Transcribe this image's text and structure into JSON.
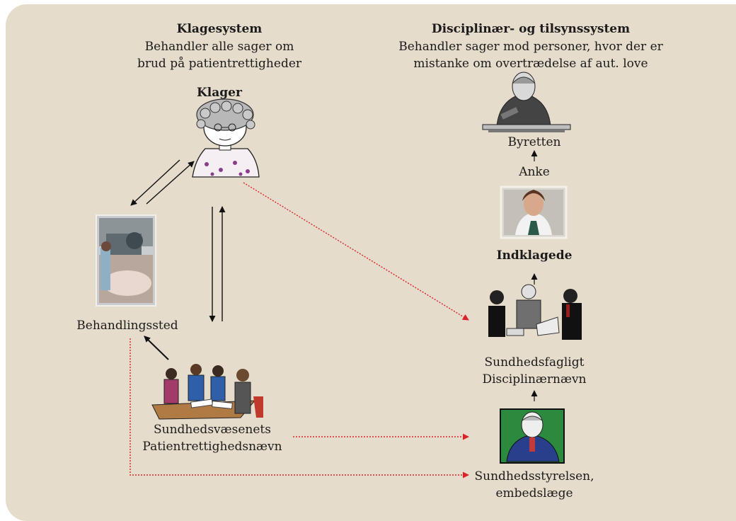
{
  "left_header": {
    "title": "Klagesystem",
    "line1": "Behandler alle sager om",
    "line2": "brud på patientrettigheder"
  },
  "right_header": {
    "title": "Disciplinær- og tilsynssystem",
    "line1": "Behandler sager mod personer, hvor der er",
    "line2": "mistanke om overtrædelse af aut. love"
  },
  "nodes": {
    "klager": "Klager",
    "behandlingssted": "Behandlingssted",
    "patientnaevn_line1": "Sundhedsvæsenets",
    "patientnaevn_line2": "Patientrettighedsnævn",
    "byretten": "Byretten",
    "anke": "Anke",
    "indklagede": "Indklagede",
    "disciplinaer_line1": "Sundhedsfagligt",
    "disciplinaer_line2": "Disciplinærnævn",
    "styrelsen_line1": "Sundhedsstyrelsen,",
    "styrelsen_line2": "embedslæge"
  },
  "colors": {
    "panel": "#e6dccb",
    "dashed_arrow": "#d8232a",
    "solid_arrow": "#111111"
  }
}
